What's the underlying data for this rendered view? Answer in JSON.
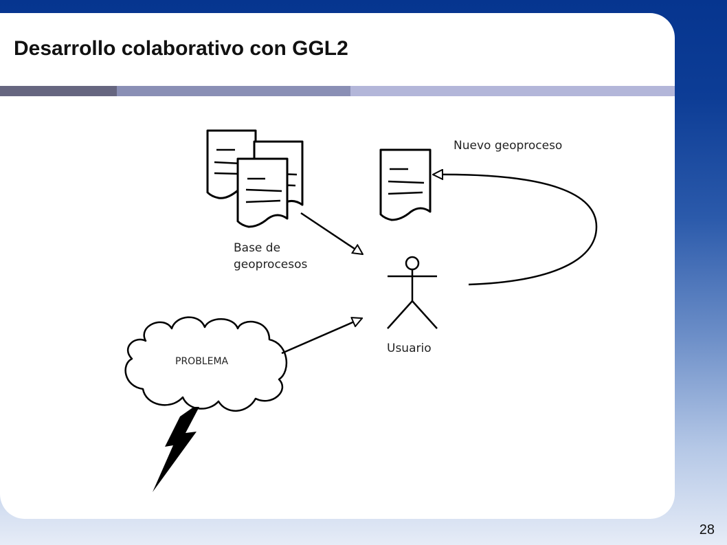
{
  "slide": {
    "title": "Desarrollo colaborativo con GGL2",
    "page_number": "28"
  },
  "diagram": {
    "labels": {
      "base_line1": "Base de",
      "base_line2": "geoprocesos",
      "nuevo": "Nuevo geoproceso",
      "usuario": "Usuario",
      "problema": "PROBLEMA"
    },
    "icons": [
      "document-stack-icon",
      "document-icon",
      "stick-figure-user-icon",
      "cloud-icon",
      "lightning-bolt-icon"
    ]
  }
}
